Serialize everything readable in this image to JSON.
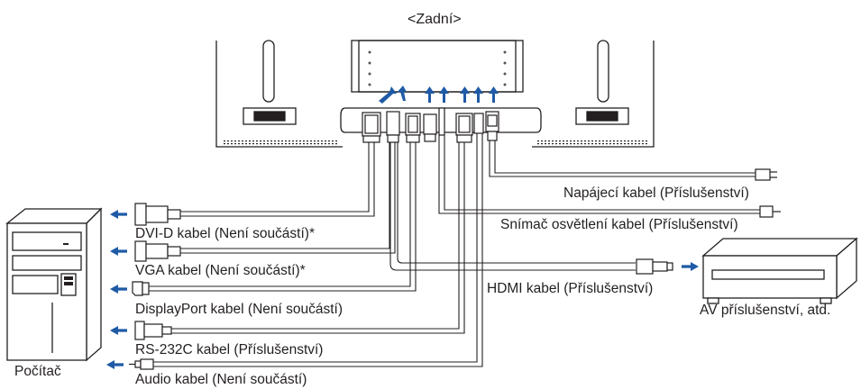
{
  "title": "<Zadní>",
  "colors": {
    "line": "#231f20",
    "arrow": "#1f5aa6",
    "fill": "#ffffff",
    "dots": "#555555"
  },
  "labels": {
    "power_cable": "Napájecí kabel (Příslušenství)",
    "light_sensor_cable": "Snímač osvětlení kabel (Příslušenství)",
    "dvi_cable": "DVI-D kabel (Není součástí)*",
    "vga_cable": "VGA kabel (Není součástí)*",
    "hdmi_cable": "HDMI kabel (Příslušenství)",
    "av_equipment": "AV příslušenství, atd.",
    "displayport_cable": "DisplayPort kabel (Není součástí)",
    "rs232c_cable": "RS-232C kabel (Příslušenství)",
    "computer": "Počítač",
    "audio_cable": "Audio kabel (Není součástí)"
  },
  "icons": [
    "monitor-rear",
    "computer-tower",
    "av-device",
    "dvi-connector",
    "vga-connector",
    "displayport-connector",
    "rs232c-connector",
    "audio-plug",
    "hdmi-plug",
    "power-plug",
    "sensor-plug",
    "blue-arrow"
  ]
}
